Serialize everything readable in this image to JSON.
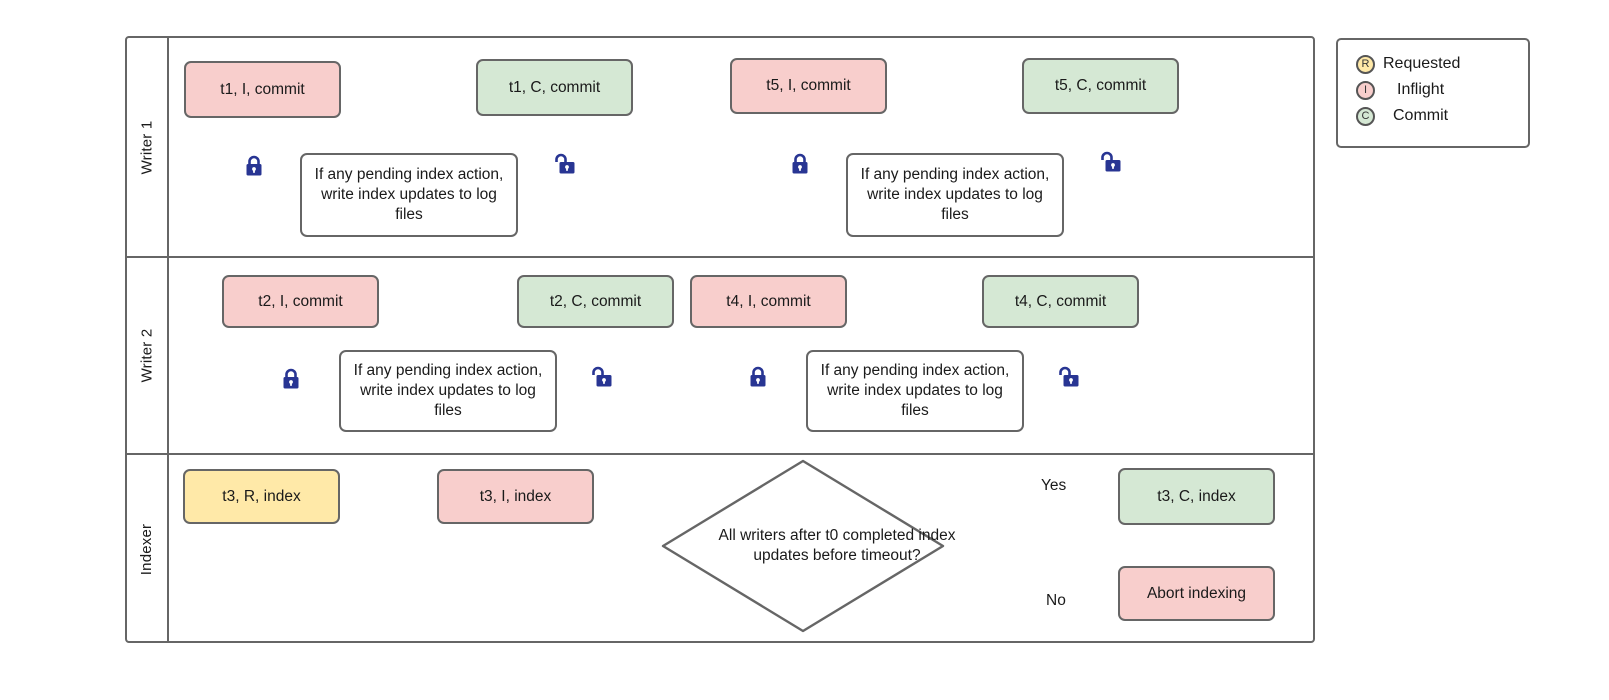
{
  "diagram": {
    "title": "Writer / Indexer commit and indexing flow",
    "colors": {
      "inflight": "#f8cecc",
      "commit": "#d5e8d4",
      "requested": "#ffe9a8",
      "neutral": "#ffffff",
      "stroke": "#666666",
      "lock": "#283593"
    }
  },
  "lanes": [
    {
      "label": "Writer 1"
    },
    {
      "label": "Writer 2"
    },
    {
      "label": "Indexer"
    }
  ],
  "nodes": {
    "w1_t1_inflight": "t1, I, commit",
    "w1_t1_commit": "t1, C, commit",
    "w1_task_left": "If any pending index action, write index updates to log files",
    "w1_t5_inflight": "t5, I, commit",
    "w1_t5_commit": "t5, C, commit",
    "w1_task_right": "If any pending index action, write index updates to log files",
    "w2_t2_inflight": "t2, I, commit",
    "w2_t2_commit": "t2, C, commit",
    "w2_task_left": "If any pending index action, write index updates to log files",
    "w2_t4_inflight": "t4, I, commit",
    "w2_t4_commit": "t4, C, commit",
    "w2_task_right": "If any pending index action, write index updates to log files",
    "ix_t3_requested": "t3, R, index",
    "ix_t3_inflight": "t3, I, index",
    "ix_decision": "All writers after t0 completed index updates before timeout?",
    "ix_t3_commit": "t3, C, index",
    "ix_abort": "Abort indexing"
  },
  "edge_labels": {
    "yes": "Yes",
    "no": "No"
  },
  "icons": {
    "lock_closed": "lock-closed-icon",
    "lock_open": "lock-open-icon"
  },
  "legend": {
    "items": [
      {
        "badge": "R",
        "label": "Requested",
        "color": "#ffe9a8"
      },
      {
        "badge": "I",
        "label": "Inflight",
        "color": "#f8cecc"
      },
      {
        "badge": "C",
        "label": "Commit",
        "color": "#d5e8d4"
      }
    ]
  }
}
